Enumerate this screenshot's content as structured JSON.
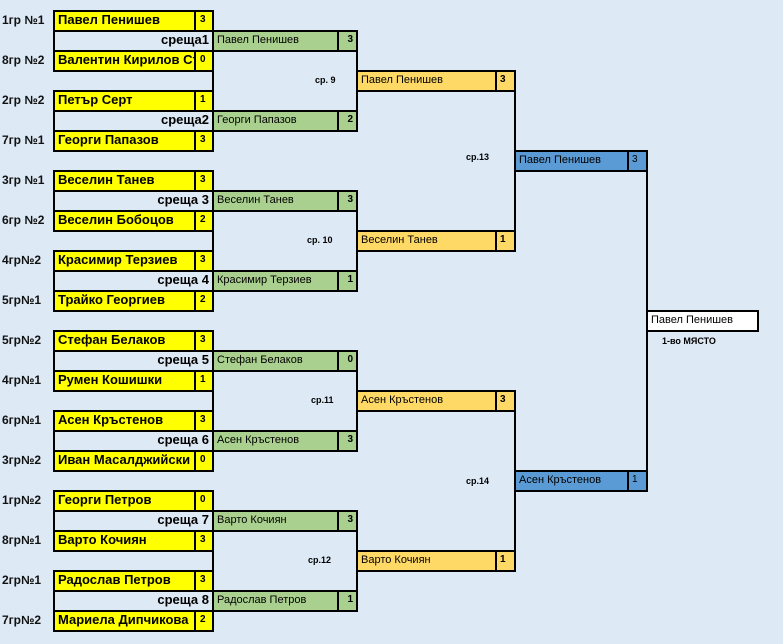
{
  "matches": [
    {
      "meeting": "среща1",
      "a": {
        "seed": "1гр №1",
        "name": "Павел Пенишев",
        "score": "3"
      },
      "b": {
        "seed": "8гр №2",
        "name": "Валентин Кирилов Ст",
        "score": "0"
      },
      "winner": {
        "name": "Павел Пенишев",
        "score": "3"
      }
    },
    {
      "meeting": "среща2",
      "a": {
        "seed": "2гр №2",
        "name": "Петър Серт",
        "score": "1"
      },
      "b": {
        "seed": "7гр №1",
        "name": "Георги Папазов",
        "score": "3"
      },
      "winner": {
        "name": "Георги Папазов",
        "score": "2"
      }
    },
    {
      "meeting": "среща 3",
      "a": {
        "seed": "3гр №1",
        "name": "Веселин Танев",
        "score": "3"
      },
      "b": {
        "seed": "6гр №2",
        "name": "Веселин Бобоцов",
        "score": "2"
      },
      "winner": {
        "name": "Веселин Танев",
        "score": "3"
      }
    },
    {
      "meeting": "среща 4",
      "a": {
        "seed": "4гр№2",
        "name": "Красимир Терзиев",
        "score": "3"
      },
      "b": {
        "seed": "5гр№1",
        "name": "Трайко Георгиев",
        "score": "2"
      },
      "winner": {
        "name": "Красимир Терзиев",
        "score": "1"
      }
    },
    {
      "meeting": "среща 5",
      "a": {
        "seed": "5гр№2",
        "name": "Стефан Белаков",
        "score": "3"
      },
      "b": {
        "seed": "4гр№1",
        "name": "Румен Кошишки",
        "score": "1"
      },
      "winner": {
        "name": "Стефан Белаков",
        "score": "0"
      }
    },
    {
      "meeting": "среща 6",
      "a": {
        "seed": "6гр№1",
        "name": "Асен Кръстенов",
        "score": "3"
      },
      "b": {
        "seed": "3гр№2",
        "name": "Иван Масалджийски",
        "score": "0"
      },
      "winner": {
        "name": "Асен Кръстенов",
        "score": "3"
      }
    },
    {
      "meeting": "среща 7",
      "a": {
        "seed": "1гр№2",
        "name": "Георги Петров",
        "score": "0"
      },
      "b": {
        "seed": "8гр№1",
        "name": "Варто Кочиян",
        "score": "3"
      },
      "winner": {
        "name": "Варто Кочиян",
        "score": "3"
      }
    },
    {
      "meeting": "среща 8",
      "a": {
        "seed": "2гр№1",
        "name": "Радослав Петров",
        "score": "3"
      },
      "b": {
        "seed": "7гр№2",
        "name": "Мариела Дипчикова",
        "score": "2"
      },
      "winner": {
        "name": "Радослав Петров",
        "score": "1"
      }
    }
  ],
  "round2": [
    {
      "label": "ср. 9",
      "name": "Павел Пенишев",
      "score": "3"
    },
    {
      "label": "ср. 10",
      "name": "Веселин Танев",
      "score": "1"
    },
    {
      "label": "ср.11",
      "name": "Асен Кръстенов",
      "score": "3"
    },
    {
      "label": "ср.12",
      "name": "Варто Кочиян",
      "score": "1"
    }
  ],
  "round3": [
    {
      "label": "ср.13",
      "name": "Павел Пенишев",
      "score": "3"
    },
    {
      "label": "ср.14",
      "name": "Асен Кръстенов",
      "score": "1"
    }
  ],
  "final": {
    "name": "Павел Пенишев",
    "place": "1-во МЯСТО"
  }
}
